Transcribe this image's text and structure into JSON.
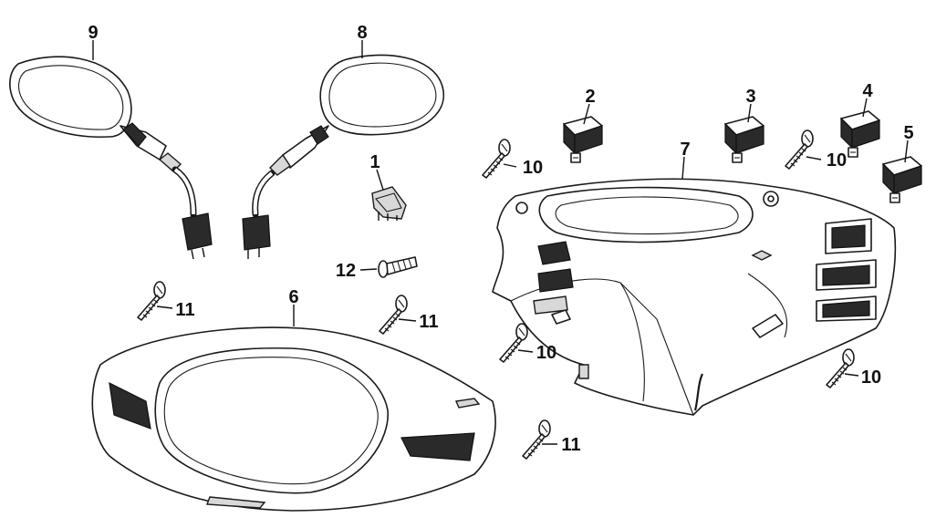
{
  "callouts": {
    "c1": "1",
    "c2": "2",
    "c3": "3",
    "c4": "4",
    "c5": "5",
    "c6": "6",
    "c7": "7",
    "c8": "8",
    "c9": "9",
    "c10a": "10",
    "c10b": "10",
    "c10c": "10",
    "c10d": "10",
    "c11a": "11",
    "c11b": "11",
    "c11c": "11",
    "c12": "12"
  },
  "colors": {
    "line": "#1a1a1a",
    "background": "#ffffff"
  }
}
